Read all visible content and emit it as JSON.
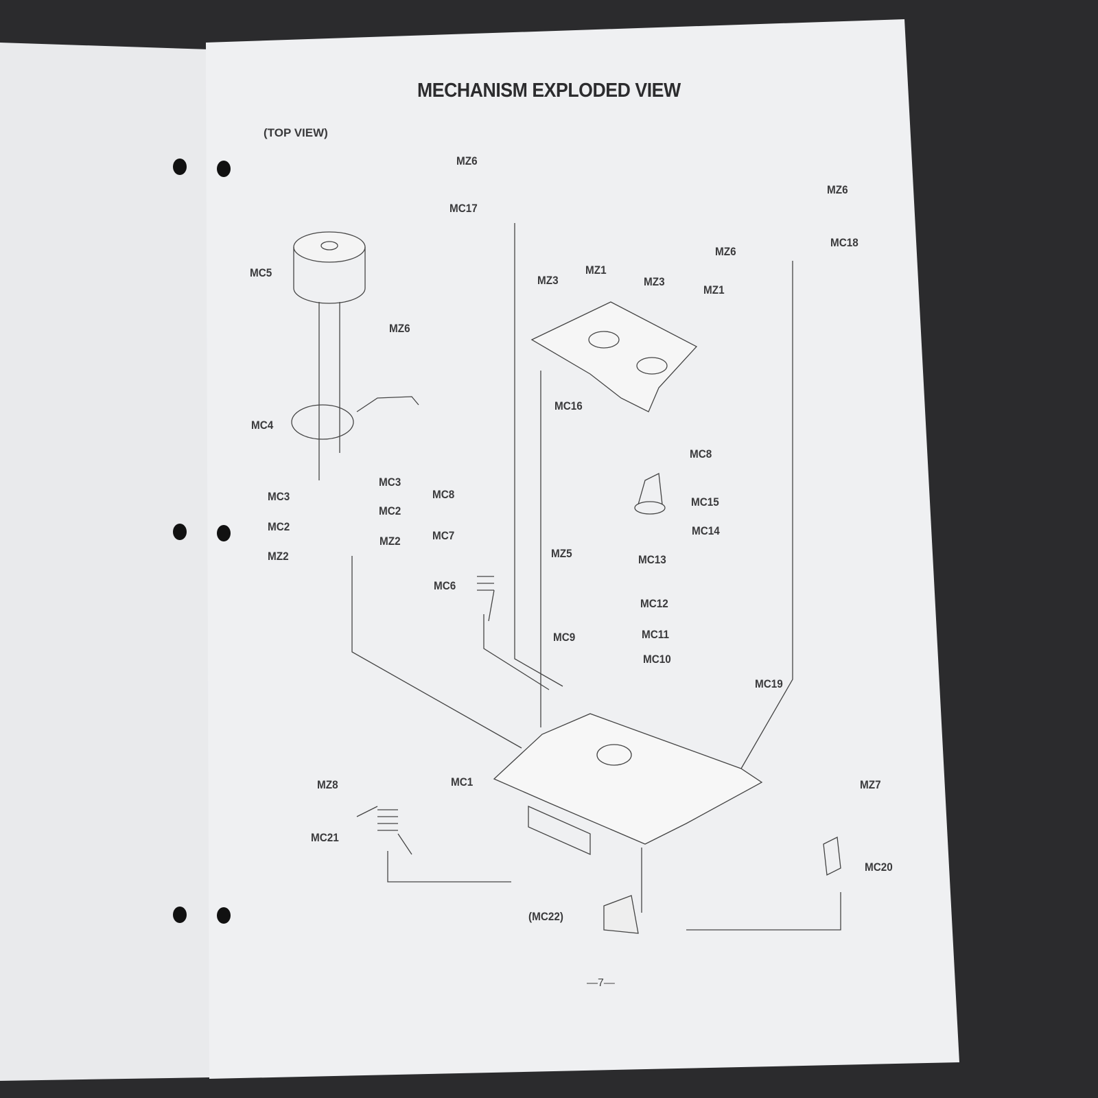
{
  "page": {
    "title": "MECHANISM EXPLODED VIEW",
    "subtitle": "(TOP VIEW)",
    "page_number": "—7—"
  },
  "labels": [
    "MZ6",
    "MC17",
    "MZ6",
    "MC18",
    "MZ6",
    "MC5",
    "MZ1",
    "MZ3",
    "MZ3",
    "MZ1",
    "MZ6",
    "MC16",
    "MC4",
    "MC8",
    "MC3",
    "MC3",
    "MC8",
    "MC15",
    "MC2",
    "MC2",
    "MC7",
    "MC14",
    "MZ2",
    "MZ2",
    "MZ5",
    "MC13",
    "MC6",
    "MC12",
    "MC9",
    "MC11",
    "MC10",
    "MC19",
    "MC1",
    "MZ8",
    "MZ7",
    "MC21",
    "MC20",
    "(MC22)"
  ]
}
